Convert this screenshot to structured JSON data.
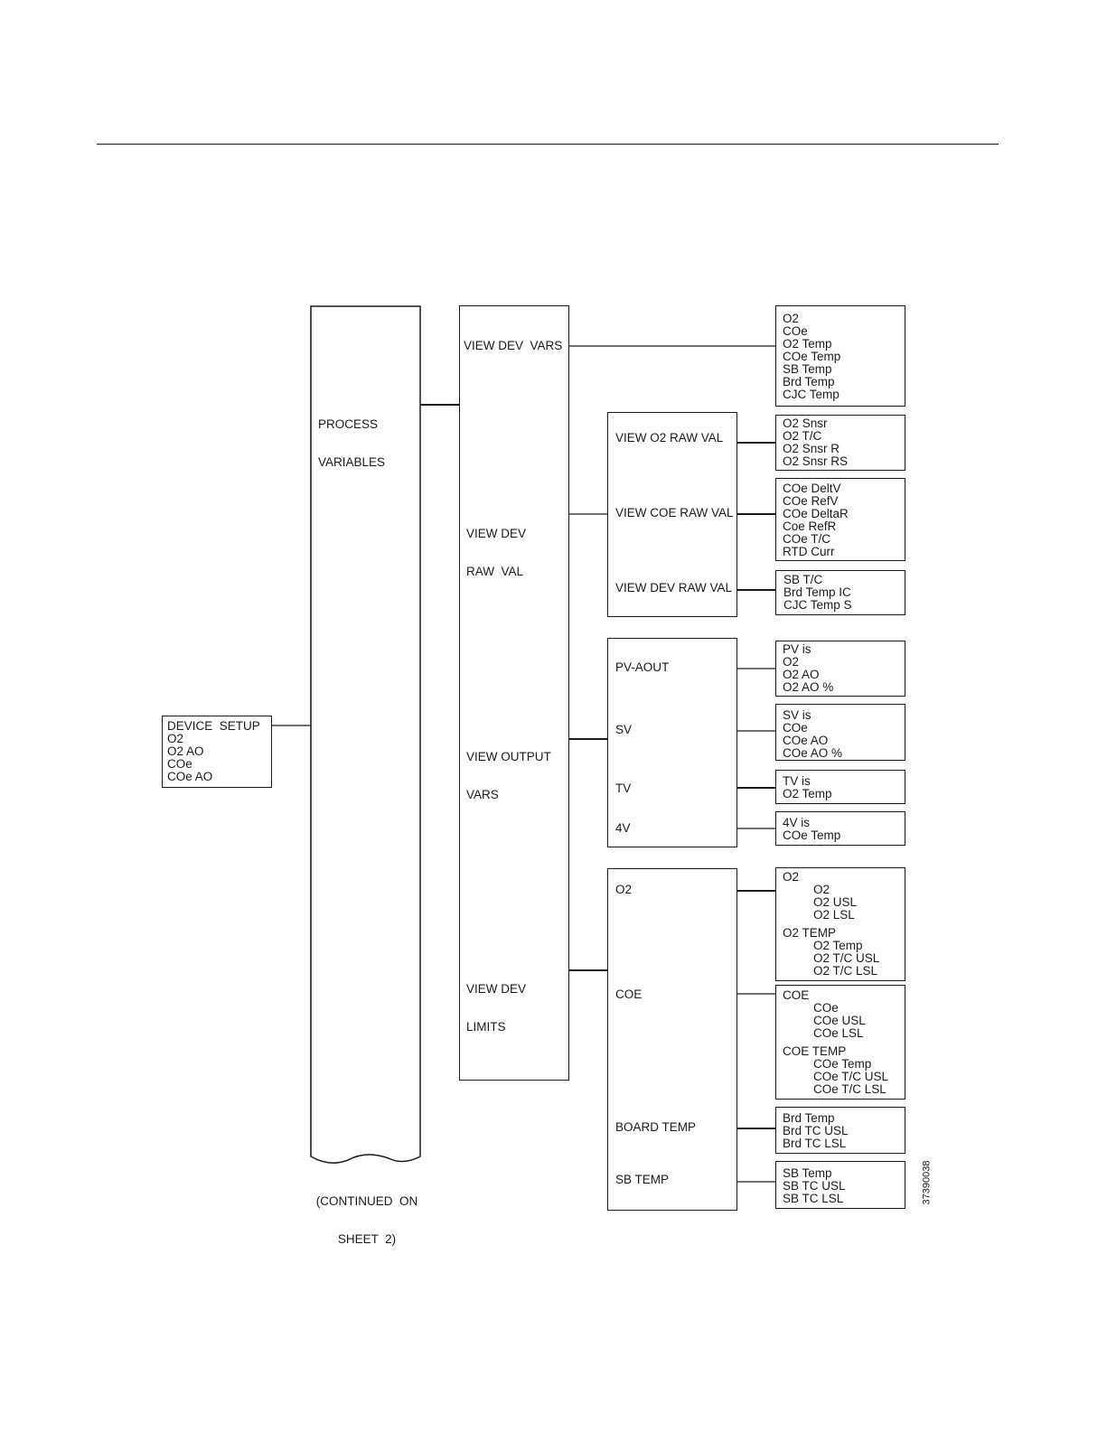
{
  "device_setup": [
    "DEVICE  SETUP",
    "O2",
    "O2 AO",
    "COe",
    "COe AO"
  ],
  "process_variables": {
    "label_line1": "PROCESS",
    "label_line2": "VARIABLES",
    "continued_line1": "(CONTINUED  ON",
    "continued_line2": "SHEET  2)"
  },
  "view_menu": {
    "dev_vars": "VIEW DEV  VARS",
    "raw_val_line1": "VIEW DEV",
    "raw_val_line2": "RAW  VAL",
    "output_line1": "VIEW OUTPUT",
    "output_line2": "VARS",
    "limits_line1": "VIEW DEV",
    "limits_line2": "LIMITS"
  },
  "dev_vars_list": [
    "O2",
    "COe",
    "O2 Temp",
    "COe Temp",
    "SB Temp",
    "Brd Temp",
    "CJC Temp"
  ],
  "raw_submenu": [
    "VIEW O2 RAW VAL",
    "VIEW COE RAW VAL",
    "VIEW DEV RAW VAL"
  ],
  "o2_raw_list": [
    "O2 Snsr",
    "O2 T/C",
    "O2 Snsr R",
    "O2 Snsr RS"
  ],
  "coe_raw_list": [
    "COe DeltV",
    "COe RefV",
    "COe DeltaR",
    "Coe RefR",
    "COe T/C",
    "RTD Curr"
  ],
  "dev_raw_list": [
    "SB T/C",
    "Brd Temp IC",
    "CJC Temp S"
  ],
  "output_submenu": [
    "PV-AOUT",
    "SV",
    "TV",
    "4V"
  ],
  "pv_list": [
    "PV is",
    "O2",
    "O2 AO",
    "O2 AO %"
  ],
  "sv_list": [
    "SV is",
    "COe",
    "COe AO",
    "COe AO %"
  ],
  "tv_list": [
    "TV is",
    "O2 Temp"
  ],
  "fv_list": [
    "4V is",
    "COe Temp"
  ],
  "limits_submenu": [
    "O2",
    "COE",
    "BOARD TEMP",
    "SB TEMP"
  ],
  "o2_limits": {
    "head1": "O2",
    "items1": [
      "O2",
      "O2 USL",
      "O2 LSL"
    ],
    "head2": "O2 TEMP",
    "items2": [
      "O2 Temp",
      "O2 T/C USL",
      "O2 T/C LSL"
    ]
  },
  "coe_limits": {
    "head1": "COE",
    "items1": [
      "COe",
      "COe USL",
      "COe LSL"
    ],
    "head2": "COE TEMP",
    "items2": [
      "COe Temp",
      "COe T/C USL",
      "COe T/C LSL"
    ]
  },
  "board_limits": [
    "Brd Temp",
    "Brd TC USL",
    "Brd TC LSL"
  ],
  "sb_limits": [
    "SB Temp",
    "SB TC USL",
    "SB TC LSL"
  ],
  "figure_id": "37390038"
}
